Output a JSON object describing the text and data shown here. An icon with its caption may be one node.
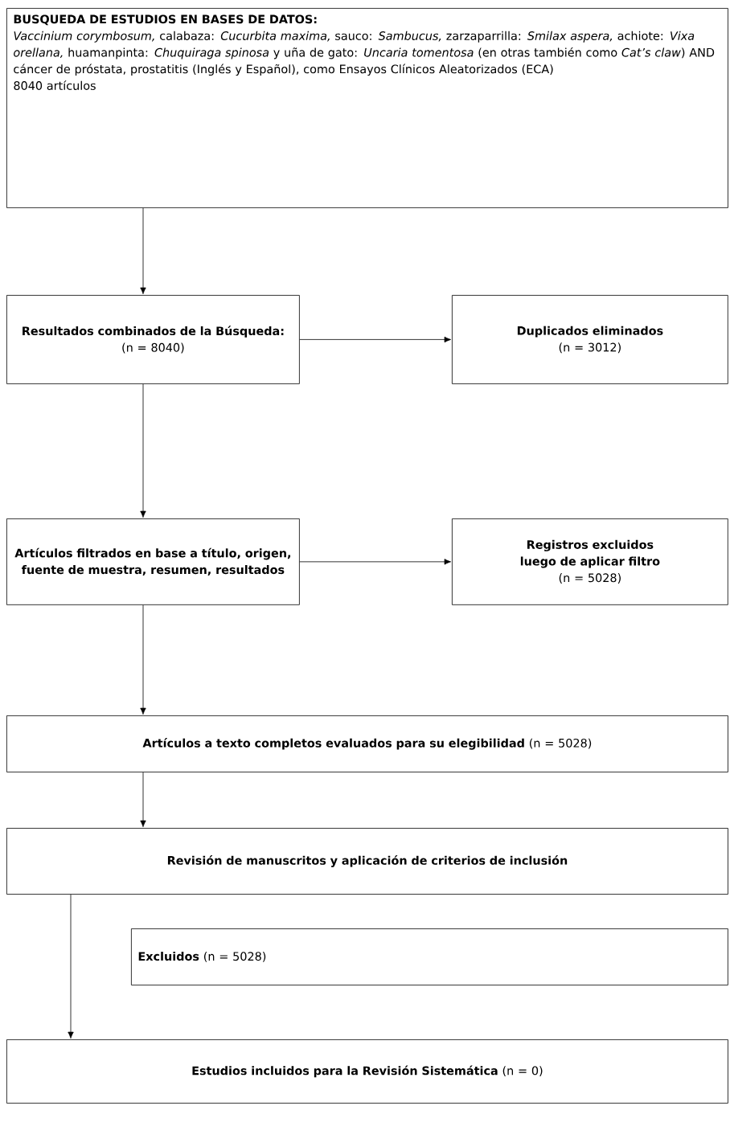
{
  "diagram": {
    "nodes": [
      {
        "text": [
          "BUSQUEDA DE ESTUDIOS EN BASES DE DATOS:",
          "*Vaccinium corymbosum,* calabaza: *Cucurbita maxima,* sauco: *Sambucus,* zarzaparrilla: *Smilax aspera,* achiote: *Vixa orellana,* huamanpinta: *Chuquiraga spinosa* y uña de gato: *Uncaria tomentosa* (en otras también como *Cat’s claw*) AND cáncer de próstata, prostatitis (Inglés y Español), como Ensayos Clínicos Aleatorizados (ECA)",
          "8040 artículos"
        ]
      },
      {
        "text": [
          "Resultados combinados de la Búsqueda:",
          "(n = 8040)"
        ]
      },
      {
        "text": [
          "Duplicados eliminados",
          "(n = 3012)"
        ]
      },
      {
        "text": [
          "Artículos filtrados en base a título, origen, fuente de muestra, resumen, resultados"
        ]
      },
      {
        "text": [
          "Registros excluidos luego de aplicar filtro",
          "(n = 5028)"
        ]
      },
      {
        "text": [
          "**Artículos a texto completos evaluados para su elegibilidad** (n = 5028)"
        ]
      },
      {
        "text": [
          "Revisión de manuscritos y aplicación de criterios de inclusión"
        ]
      },
      {
        "text": [
          "**Excluidos** (n = 5028)"
        ]
      },
      {
        "text": [
          "**Estudios incluidos para la Revisión Sistemática** (n = 0)"
        ]
      }
    ],
    "edges": [
      {
        "from": 0,
        "to": 1,
        "arrow": "to"
      },
      {
        "from": 1,
        "to": 2,
        "arrow": "to"
      },
      {
        "from": 1,
        "to": 3,
        "arrow": "to"
      },
      {
        "from": 3,
        "to": 4,
        "arrow": "to"
      },
      {
        "from": 3,
        "to": 5,
        "arrow": "to"
      },
      {
        "from": 5,
        "to": 6,
        "arrow": "to"
      },
      {
        "from": 6,
        "to": 8,
        "arrow": "to"
      }
    ]
  }
}
